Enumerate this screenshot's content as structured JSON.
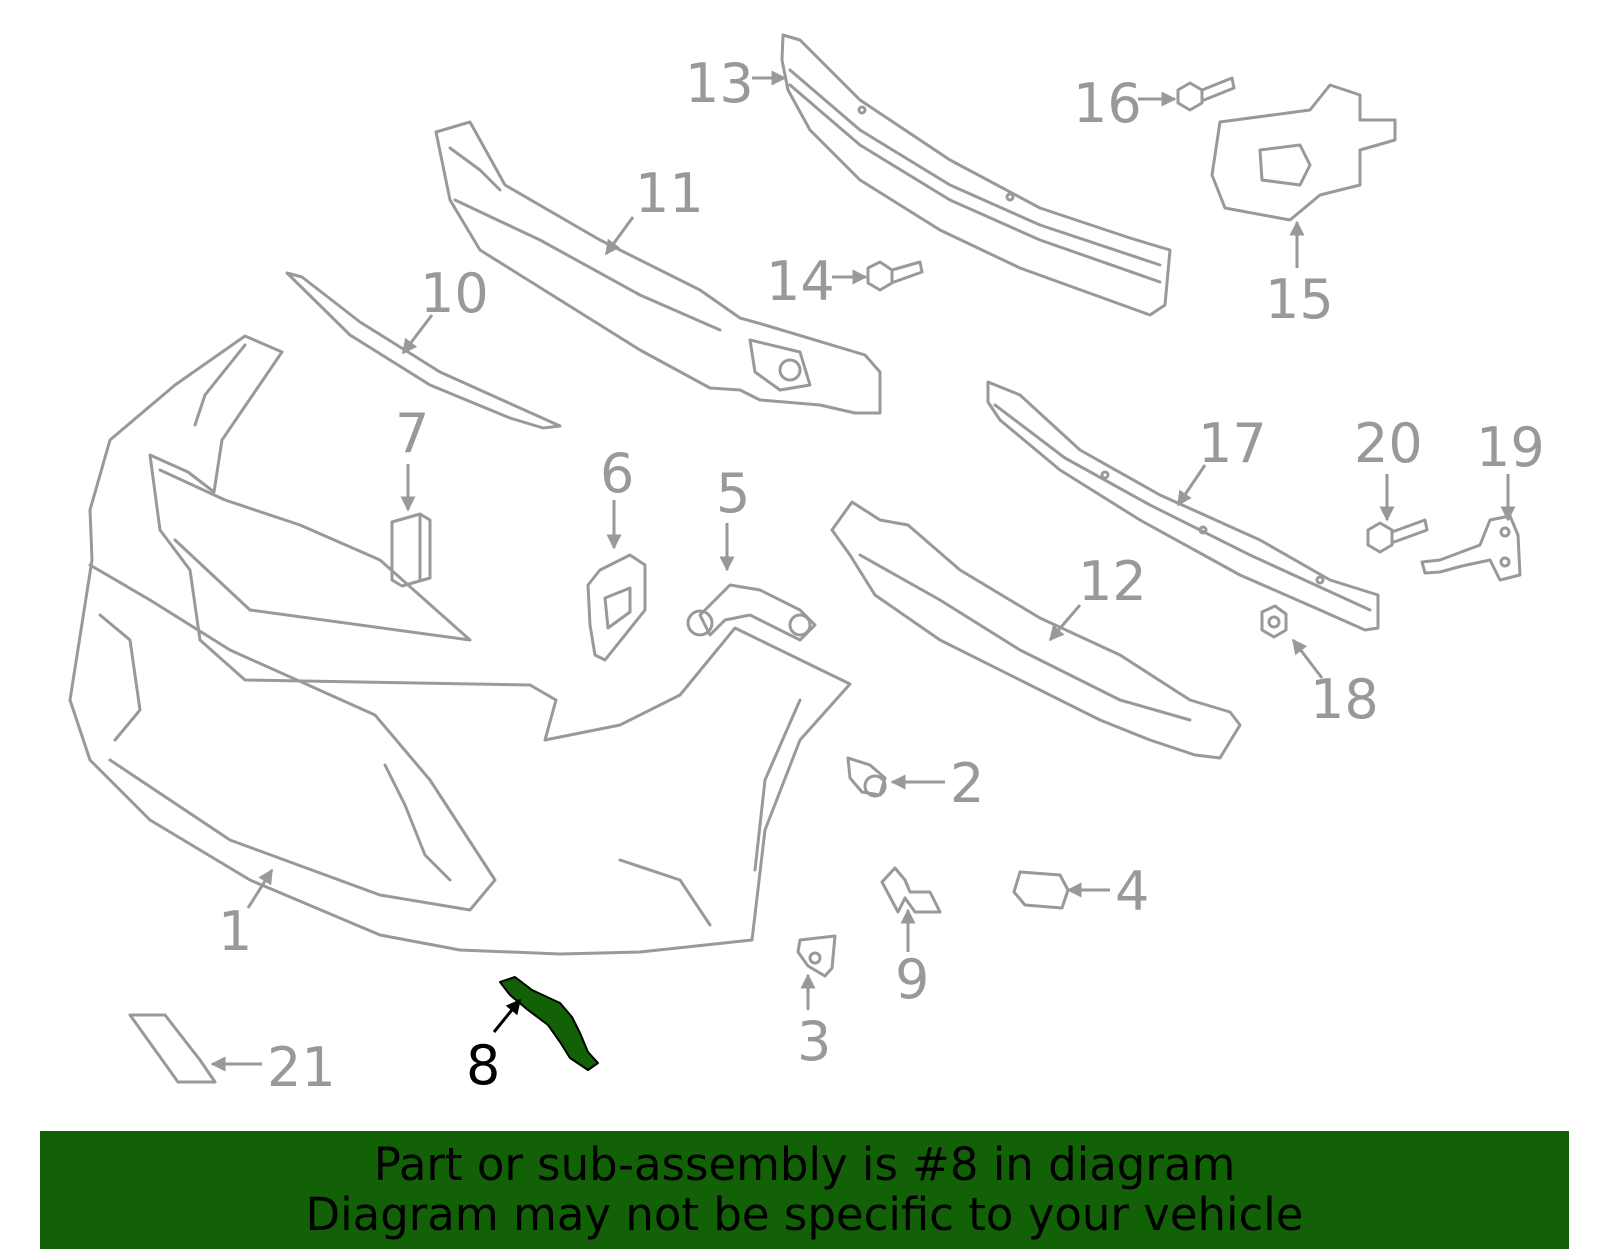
{
  "colors": {
    "line": "#999999",
    "highlight_fill": "#126106",
    "highlight_label": "#000000",
    "banner_bg": "#126106",
    "banner_text": "#000000"
  },
  "highlighted_part": "8",
  "callouts": {
    "c1": "1",
    "c2": "2",
    "c3": "3",
    "c4": "4",
    "c5": "5",
    "c6": "6",
    "c7": "7",
    "c8": "8",
    "c9": "9",
    "c10": "10",
    "c11": "11",
    "c12": "12",
    "c13": "13",
    "c14": "14",
    "c15": "15",
    "c16": "16",
    "c17": "17",
    "c18": "18",
    "c19": "19",
    "c20": "20",
    "c21": "21"
  },
  "banner": {
    "line1": "Part or sub-assembly is #8 in diagram",
    "line2": "Diagram may not be specific to your vehicle"
  }
}
